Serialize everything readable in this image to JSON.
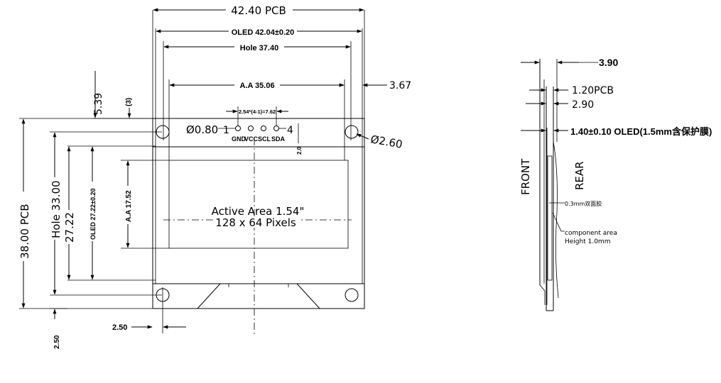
{
  "front": {
    "pcb_width": "42.40  PCB",
    "oled_width": "OLED 42.04±0.20",
    "hole_spacing": "Hole 37.40",
    "aa_width": "A.A 35.06",
    "edge_offset": "3.67",
    "top_offset": "5.39",
    "pin_ref": "(3)",
    "pin_pitch": "2.54*(4-1)=7.62",
    "hole_dia": "Ø0.80",
    "pin1": "1",
    "pin4": "4",
    "pin_labels": [
      "GND",
      "VCC",
      "SCL",
      "SDA"
    ],
    "pin_len": "2.0",
    "mount_dia": "Ø2.60",
    "active_area": "Active Area 1.54\"",
    "pixels": "128 x 64 Pixels",
    "aa_height": "A.A 17.52",
    "oled_height": "OLED 27.22±0.20",
    "inner_height": "27.22",
    "hole_height": "Hole 33.00",
    "pcb_height": "38.00 PCB",
    "side_offset": "2.50",
    "bottom_offset": "2.50"
  },
  "side": {
    "total_thickness": "3.90",
    "pcb_thickness": "1.20PCB",
    "height_2_90": "2.90",
    "oled_thickness": "1.40±0.10 OLED(1.5mm含保护膜)",
    "front_label": "FRONT",
    "rear_label": "REAR",
    "film_note": "0.3mm双面胶",
    "component_note": "component area",
    "component_height": "Height 1.0mm"
  }
}
